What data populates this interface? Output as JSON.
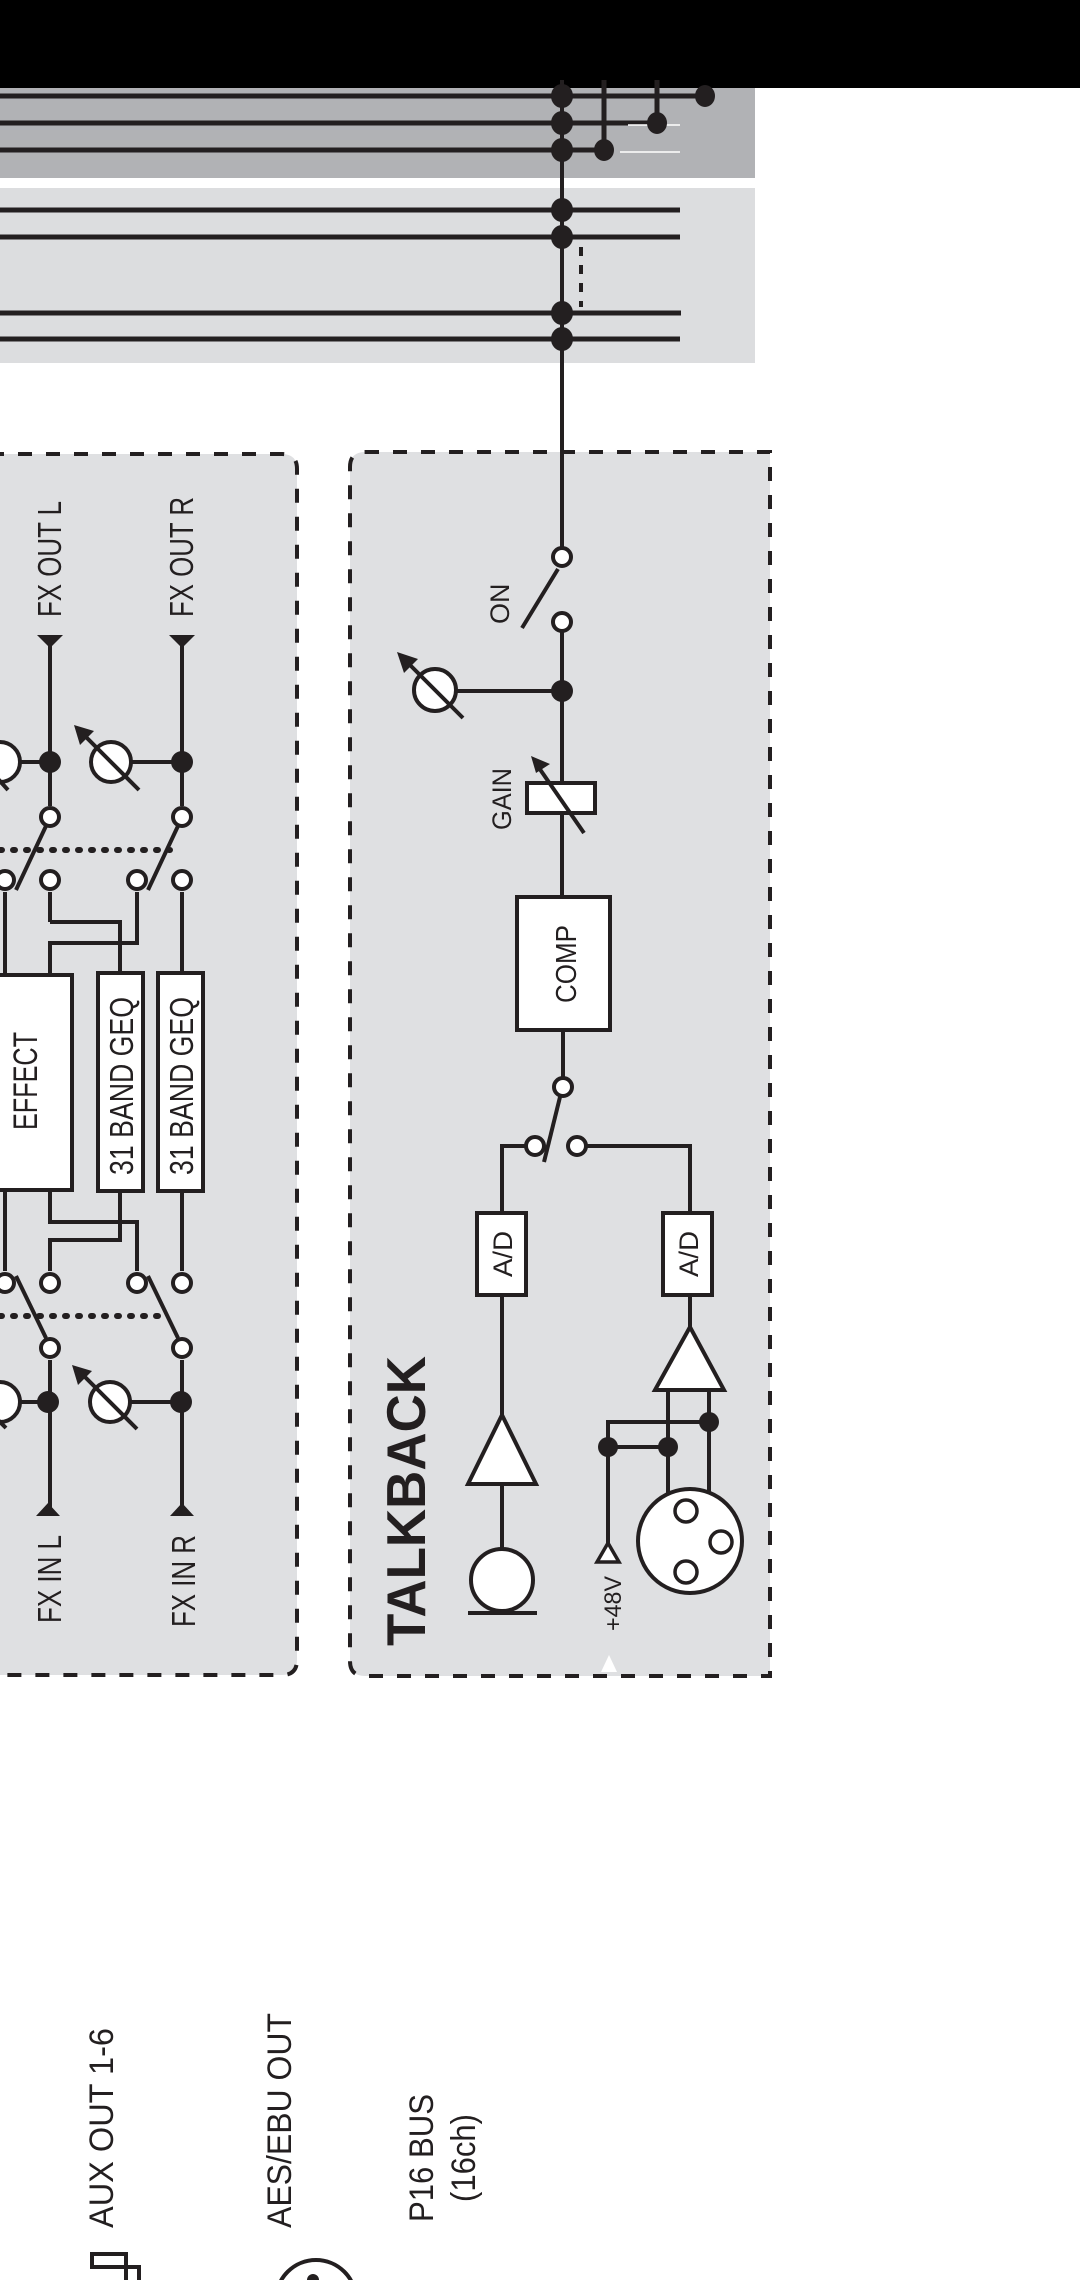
{
  "diagram": {
    "title": "Block diagram (rotated): effects rack and talkback section",
    "colors": {
      "header_bar": "#000000",
      "bus_band_dark": "#b1b2b5",
      "bus_band_light": "#dcdddf",
      "section_fill": "#dfe0e2",
      "stroke": "#231f20",
      "box_fill": "#ffffff"
    },
    "fx_section": {
      "outputs": [
        "FX OUT L",
        "FX OUT R"
      ],
      "inputs": [
        "FX IN L",
        "FX IN R"
      ],
      "blocks": {
        "effect": "EFFECT",
        "geq_left": "31 BAND GEQ",
        "geq_right": "31 BAND GEQ"
      }
    },
    "talkback": {
      "title": "TALKBACK",
      "on_label": "ON",
      "gain_label": "GAIN",
      "comp_label": "COMP",
      "ad_left": "A/D",
      "ad_right": "A/D",
      "phantom_label": "+48V"
    },
    "legend": [
      {
        "icon": "jack-output-icon",
        "label": "AUX OUT 1-6"
      },
      {
        "icon": "xlr-output-icon",
        "label": "AES/EBU OUT"
      },
      {
        "icon": "",
        "label": "P16 BUS",
        "sublabel": "(16ch)"
      }
    ]
  }
}
